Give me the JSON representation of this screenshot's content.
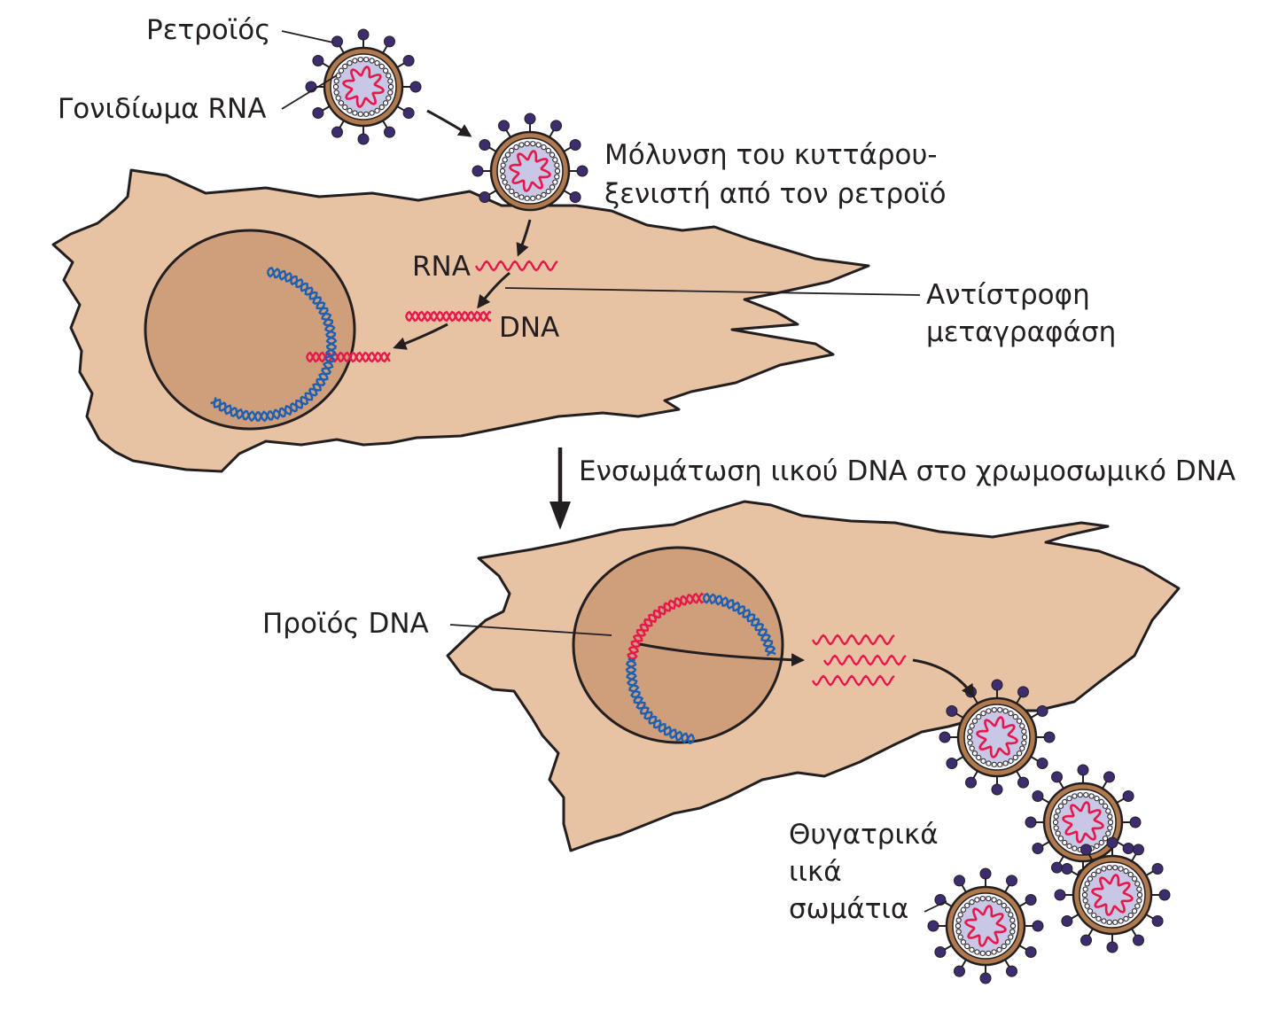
{
  "labels": {
    "retrovirus": "Ρετροϊός",
    "rna_genome": "Γονιδίωμα RNA",
    "infection_line1": "Μόλυνση του κυττάρου-",
    "infection_line2": "ξενιστή από τον ρετροϊό",
    "rna": "RNA",
    "dna": "DNA",
    "reverse_transcriptase_line1": "Αντίστροφη",
    "reverse_transcriptase_line2": "μεταγραφάση",
    "integration": "Ενσωμάτωση ιικού DNA στο χρωμοσωμικό DNA",
    "provirus": "Προϊός DNA",
    "progeny_line1": "Θυγατρικά",
    "progeny_line2": "ιικά",
    "progeny_line3": "σωμάτια"
  },
  "colors": {
    "cell": "#e8c3a3",
    "nucleus": "#cf9f7c",
    "viral_rna": "#e8174b",
    "host_dna": "#1f5fb0",
    "capsid": "#c8c8e6",
    "envelope": "#b07a4e",
    "spike": "#3d2c6e"
  }
}
